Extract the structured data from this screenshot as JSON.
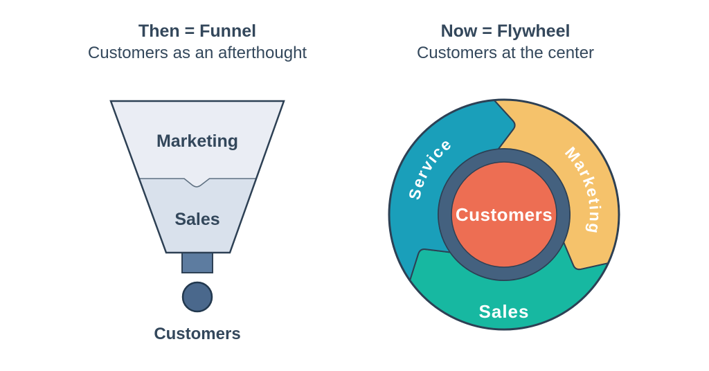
{
  "left": {
    "title": "Then = Funnel",
    "subtitle": "Customers as an afterthought",
    "funnel": {
      "top_label": "Marketing",
      "bottom_label": "Sales",
      "caption": "Customers"
    }
  },
  "right": {
    "title": "Now = Flywheel",
    "subtitle": "Customers at the center",
    "flywheel": {
      "segments": [
        {
          "label": "Service"
        },
        {
          "label": "Marketing"
        },
        {
          "label": "Sales"
        }
      ],
      "center_label": "Customers"
    }
  },
  "colors": {
    "navy": "#33475b",
    "outline": "#2d4054",
    "teal": "#1a9fba",
    "yellow": "#f5c26b",
    "green": "#17b8a1",
    "coral": "#ed6e53",
    "ring": "#44617f",
    "funnel_top": "#eaedf4",
    "funnel_bottom": "#d9e1ec",
    "divider": "#5e7081",
    "spout": "#5d7ca0",
    "dot": "#4a688c",
    "white": "#ffffff",
    "background": "#ffffff"
  }
}
